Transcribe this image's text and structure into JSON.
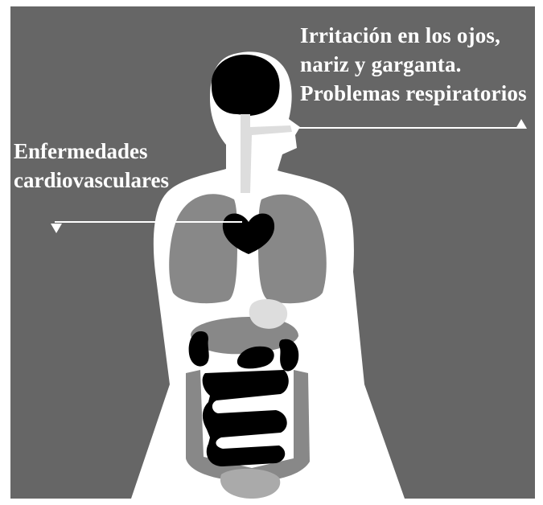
{
  "labels": {
    "right": {
      "line1": "Irritación en los ojos,",
      "line2": "nariz y garganta.",
      "line3": "Problemas respiratorios"
    },
    "left": {
      "line1": "Enfermedades",
      "line2": "cardiovasculares"
    }
  },
  "colors": {
    "background": "#666666",
    "body": "#ffffff",
    "organ_dark": "#000000",
    "organ_mid": "#888888",
    "organ_light": "#dddddd"
  }
}
